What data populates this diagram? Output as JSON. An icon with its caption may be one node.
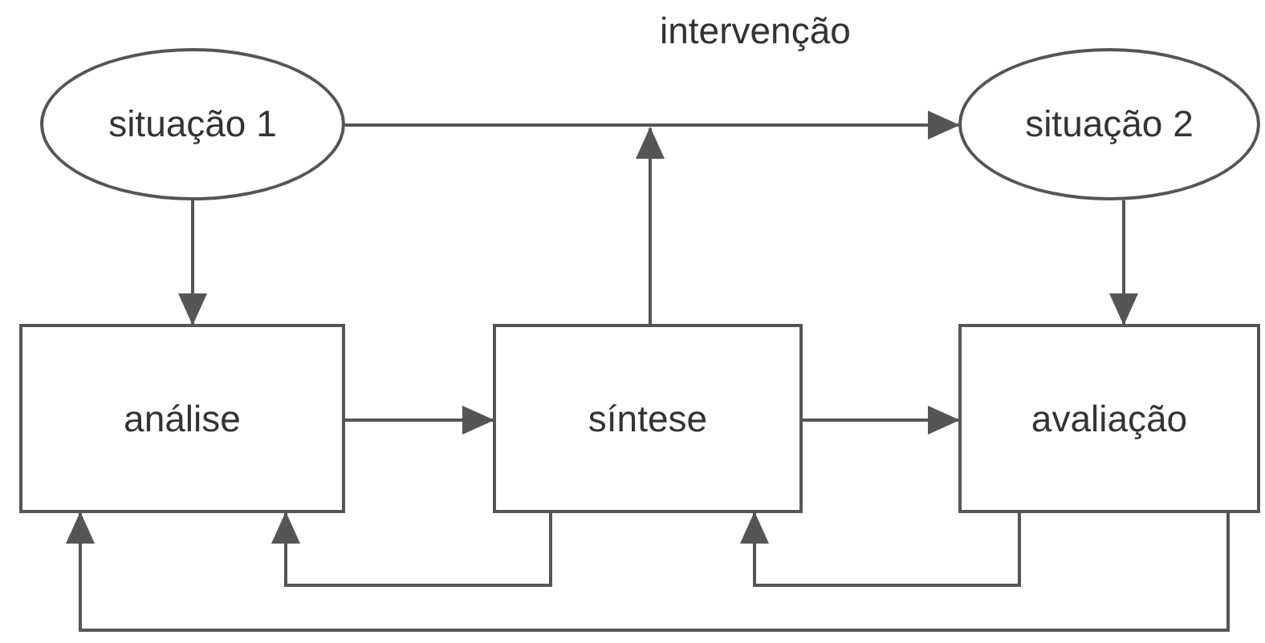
{
  "diagram": {
    "nodes": [
      {
        "text": [
          "situação 1"
        ]
      },
      {
        "text": [
          "situação 2"
        ]
      },
      {
        "text": [
          "análise"
        ]
      },
      {
        "text": [
          "síntese"
        ]
      },
      {
        "text": [
          "avaliação"
        ]
      }
    ],
    "edges": [
      {
        "from": 0,
        "to": 2,
        "arrow": "to"
      },
      {
        "from": 0,
        "to": 1,
        "arrow": "to",
        "label": "intervenção"
      },
      {
        "from": 3,
        "to": null,
        "arrow": "to"
      },
      {
        "from": 1,
        "to": 4,
        "arrow": "to"
      },
      {
        "from": 2,
        "to": 3,
        "arrow": "to"
      },
      {
        "from": 3,
        "to": 4,
        "arrow": "to"
      },
      {
        "from": 3,
        "to": 2,
        "arrow": "to"
      },
      {
        "from": 4,
        "to": 3,
        "arrow": "to"
      },
      {
        "from": 4,
        "to": 2,
        "arrow": "to"
      }
    ]
  }
}
